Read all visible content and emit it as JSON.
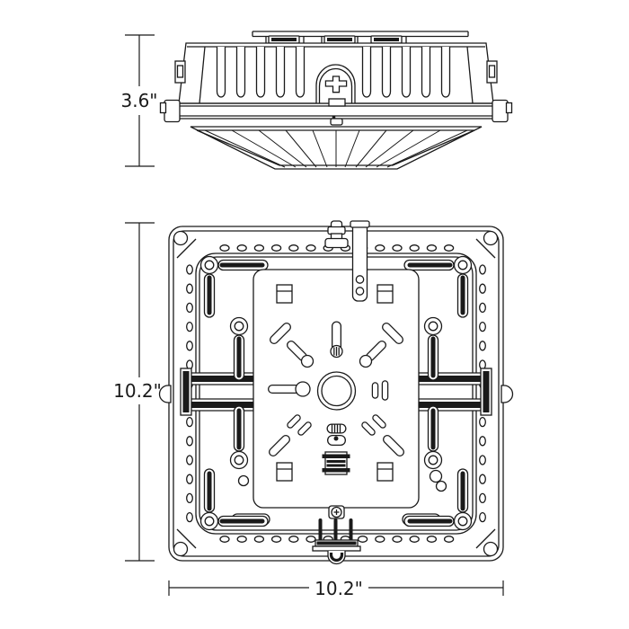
{
  "dimensions": {
    "fixture_height": "3.6\"",
    "fixture_depth": "10.2\"",
    "fixture_width": "10.2\""
  },
  "colors": {
    "line": "#1a1a1a",
    "background": "#ffffff"
  }
}
